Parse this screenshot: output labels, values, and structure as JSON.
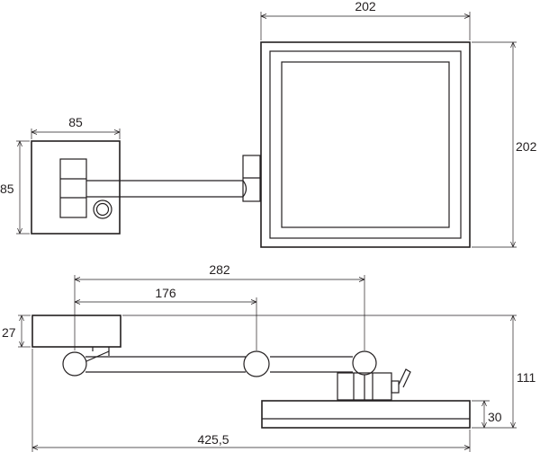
{
  "dimensions": {
    "mirror_width": "202",
    "mirror_height": "202",
    "base_width": "85",
    "base_height": "85",
    "arm_span": "282",
    "arm_segment": "176",
    "base_depth": "27",
    "total_depth": "111",
    "mirror_depth": "30",
    "total_length": "425,5"
  }
}
